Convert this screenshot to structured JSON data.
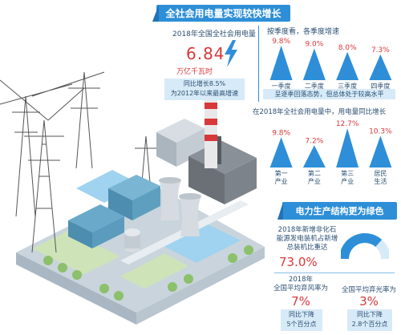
{
  "header": {
    "title": "全社会用电量实现较快增长"
  },
  "consumption": {
    "label": "2018年全国全社会用电量",
    "value": "6.84",
    "unit": "万亿千瓦时",
    "note_line1": "同比增长8.5%",
    "note_line2": "为2012年以来最高增速"
  },
  "quarterly": {
    "title": "按季度看，各季度增速",
    "summary": "呈逐季回落态势，但总体处于较高水平"
  },
  "sector": {
    "title": "在2018年全社会用电量中，用电量同比增长"
  },
  "green": {
    "banner": "电力生产结构更为绿色",
    "desc_line1": "2018年新增非化石",
    "desc_line2": "能源发电装机占新增",
    "desc_line3": "总装机比重达",
    "value": "73.0%",
    "donut_fraction": 0.73,
    "wind": {
      "label_line1": "2018年",
      "label_line2": "全国平均弃风率为",
      "value": "7%",
      "note_line1": "同比下降",
      "note_line2": "5个百分点"
    },
    "solar": {
      "label": "全国平均弃光率为",
      "value": "3%",
      "note_line1": "同比下降",
      "note_line2": "2.8个百分点"
    }
  },
  "colors": {
    "accent": "#2e8fd8",
    "highlight": "#d9383a",
    "text": "#2b4f73"
  },
  "icons": {
    "bolt": "lightning-bolt-icon",
    "scene": "power-plant-illustration"
  },
  "chart_data": [
    {
      "type": "bar",
      "categories": [
        "一季度",
        "二季度",
        "三季度",
        "四季度"
      ],
      "values": [
        9.8,
        9.0,
        8.0,
        7.3
      ],
      "value_labels": [
        "9.8%",
        "9.0%",
        "8.0%",
        "7.3%"
      ],
      "ylim": [
        0,
        10
      ]
    },
    {
      "type": "bar",
      "categories": [
        "第一产业",
        "第二产业",
        "第三产业",
        "居民生活"
      ],
      "category_lines": [
        [
          "第一",
          "产业"
        ],
        [
          "第二",
          "产业"
        ],
        [
          "第三",
          "产业"
        ],
        [
          "居民",
          "生活"
        ]
      ],
      "values": [
        9.8,
        7.2,
        12.7,
        10.3
      ],
      "value_labels": [
        "9.8%",
        "7.2%",
        "12.7%",
        "10.3%"
      ],
      "ylim": [
        0,
        13
      ]
    }
  ]
}
